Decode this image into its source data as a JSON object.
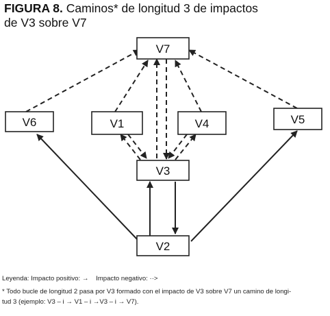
{
  "title": {
    "label": "FIGURA 8.",
    "text_line1": "Caminos* de longitud 3 de impactos",
    "text_line2": "de V3 sobre V7"
  },
  "nodes": {
    "v7": "V7",
    "v6": "V6",
    "v1": "V1",
    "v4": "V4",
    "v5": "V5",
    "v3": "V3",
    "v2": "V2"
  },
  "edges": {
    "positive": [
      [
        "V2",
        "V6"
      ],
      [
        "V2",
        "V5"
      ],
      [
        "V2",
        "V3"
      ],
      [
        "V3",
        "V2"
      ]
    ],
    "negative": [
      [
        "V6",
        "V7"
      ],
      [
        "V1",
        "V7"
      ],
      [
        "V4",
        "V7"
      ],
      [
        "V5",
        "V7"
      ],
      [
        "V3",
        "V7"
      ],
      [
        "V7",
        "V3"
      ],
      [
        "V3",
        "V1"
      ],
      [
        "V1",
        "V3"
      ],
      [
        "V3",
        "V4"
      ],
      [
        "V4",
        "V3"
      ]
    ]
  },
  "legend": {
    "label": "Leyenda:",
    "positive_label": "Impacto positivo:",
    "positive_symbol": "→",
    "negative_label": "Impacto negativo:",
    "negative_symbol": "··>"
  },
  "note": {
    "line1": "* Todo bucle de longitud 2 pasa por V3 formado con el impacto de V3 sobre V7 un camino de longi-",
    "line2": "tud 3 (ejemplo: V3 – i → V1 – i →V3 – i → V7)."
  },
  "colors": {
    "stroke": "#222222",
    "background": "#ffffff"
  }
}
